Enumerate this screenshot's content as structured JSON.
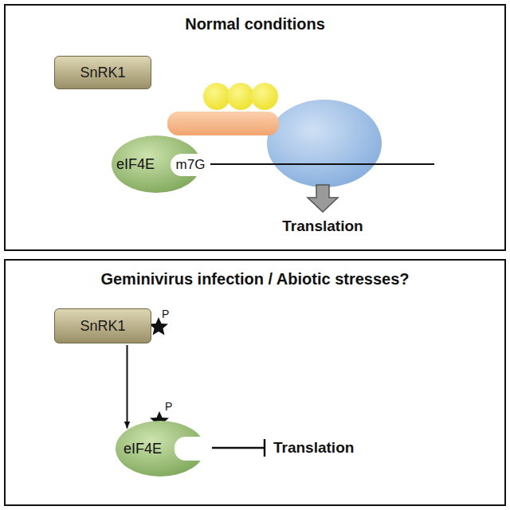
{
  "diagram": {
    "nodes": [
      {
        "text": [
          "Normal conditions"
        ]
      },
      {
        "text": [
          "SnRK1"
        ],
        "in": 0
      },
      {
        "text": [
          "eIF4E"
        ],
        "in": 0
      },
      {
        "text": [
          "m7G"
        ],
        "in": 0
      },
      {
        "text": [
          "Geminivirus infection / Abiotic stresses?"
        ]
      },
      {
        "text": [
          "SnRK1"
        ],
        "in": 4
      },
      {
        "text": [
          "eIF4E"
        ],
        "in": 4
      }
    ],
    "edges": [
      {
        "from": 5,
        "to": 6,
        "arrow": "to"
      }
    ],
    "labels": [
      "Translation",
      "P",
      "P",
      "Translation"
    ]
  }
}
